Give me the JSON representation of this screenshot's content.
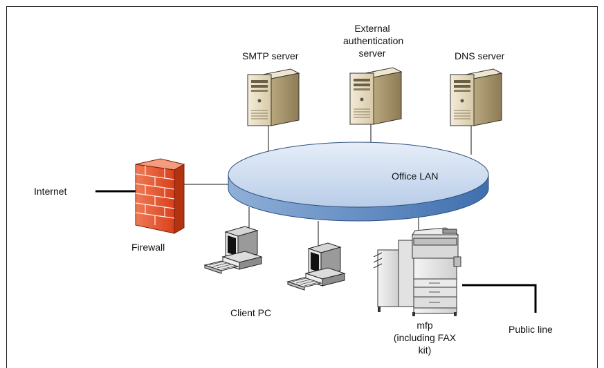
{
  "labels": {
    "smtp": "SMTP server",
    "auth_line1": "External",
    "auth_line2": "authentication",
    "auth_line3": "server",
    "dns": "DNS server",
    "lan": "Office LAN",
    "internet": "Internet",
    "firewall": "Firewall",
    "client_pc": "Client PC",
    "mfp_line1": "mfp",
    "mfp_line2": "(including FAX",
    "mfp_line3": "kit)",
    "public_line": "Public line"
  },
  "icons": {
    "server": "server-tower-icon",
    "firewall": "brick-firewall-icon",
    "pc": "desktop-computer-icon",
    "mfp": "multifunction-printer-icon"
  },
  "colors": {
    "lan_top": "#c9d9ee",
    "lan_side": "#5b86c0",
    "firewall": "#e8542e",
    "server_body": "#e7dcc2",
    "line": "#111111"
  }
}
